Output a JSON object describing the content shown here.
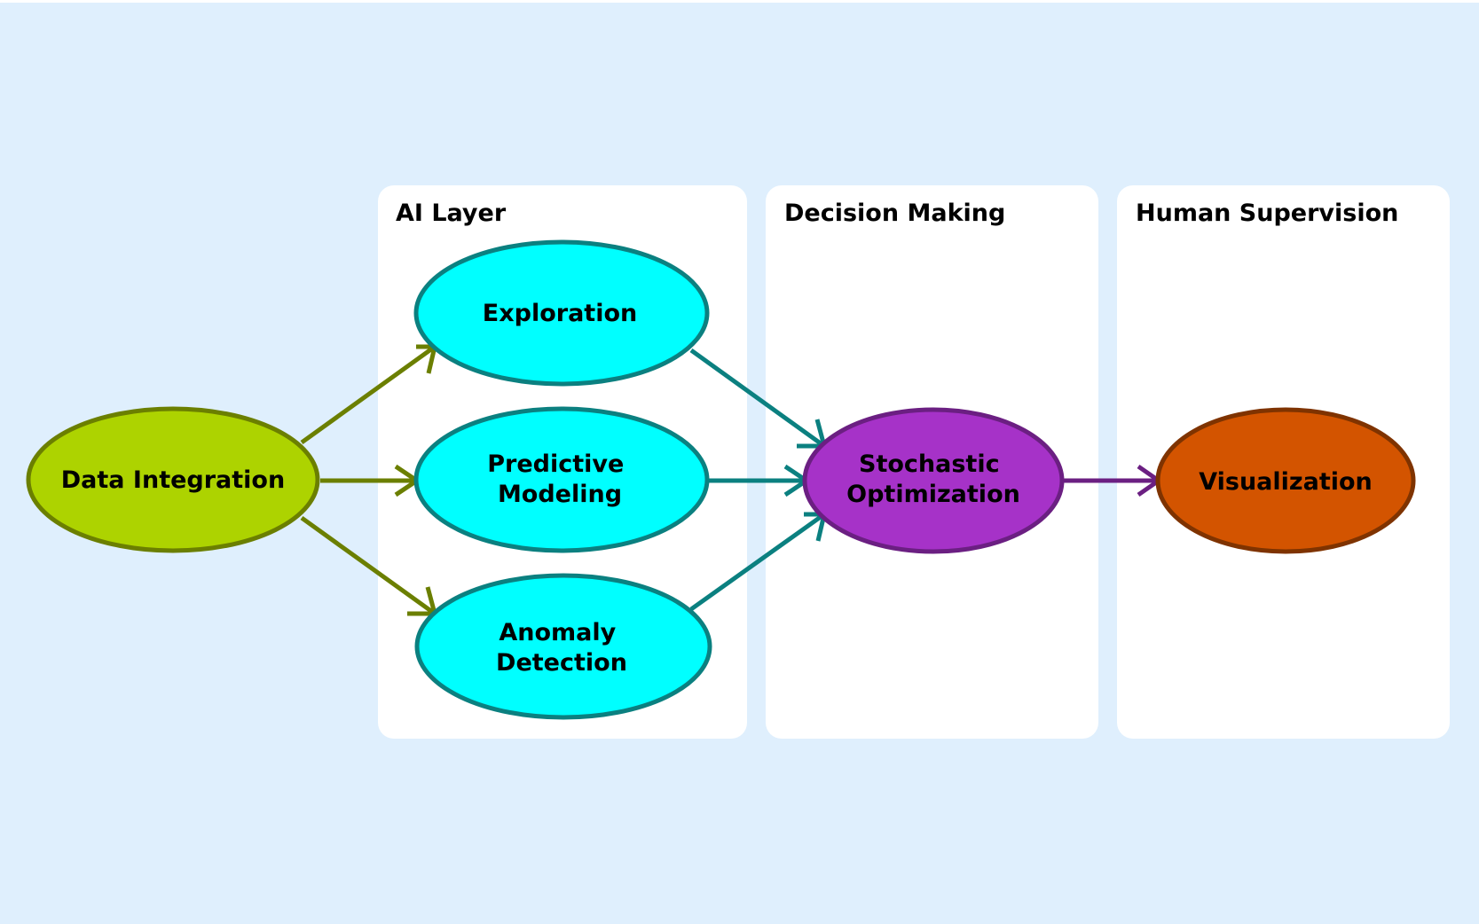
{
  "diagram": {
    "background_color": "#dfeffd",
    "clusters": [
      {
        "id": "ai",
        "label": "AI Layer"
      },
      {
        "id": "decision",
        "label": "Decision Making"
      },
      {
        "id": "human",
        "label": "Human Supervision"
      }
    ],
    "nodes": [
      {
        "id": "data_integration",
        "lines": [
          "Data Integration"
        ],
        "fill": "#add300",
        "stroke": "#6b7f00"
      },
      {
        "id": "exploration",
        "lines": [
          "Exploration"
        ],
        "fill": "#00ffff",
        "stroke": "#0b8080"
      },
      {
        "id": "predictive_modeling",
        "lines": [
          "Predictive",
          "Modeling"
        ],
        "fill": "#00ffff",
        "stroke": "#0b8080"
      },
      {
        "id": "anomaly_detection",
        "lines": [
          "Anomaly",
          "Detection"
        ],
        "fill": "#00ffff",
        "stroke": "#0b8080"
      },
      {
        "id": "stochastic_optimization",
        "lines": [
          "Stochastic",
          "Optimization"
        ],
        "fill": "#a632c8",
        "stroke": "#6b1f82"
      },
      {
        "id": "visualization",
        "lines": [
          "Visualization"
        ],
        "fill": "#d35400",
        "stroke": "#7f3300"
      }
    ],
    "edges": [
      {
        "from": "data_integration",
        "to": "exploration",
        "color": "#6b7f00"
      },
      {
        "from": "data_integration",
        "to": "predictive_modeling",
        "color": "#6b7f00"
      },
      {
        "from": "data_integration",
        "to": "anomaly_detection",
        "color": "#6b7f00"
      },
      {
        "from": "exploration",
        "to": "stochastic_optimization",
        "color": "#0b8080"
      },
      {
        "from": "predictive_modeling",
        "to": "stochastic_optimization",
        "color": "#0b8080"
      },
      {
        "from": "anomaly_detection",
        "to": "stochastic_optimization",
        "color": "#0b8080"
      },
      {
        "from": "stochastic_optimization",
        "to": "visualization",
        "color": "#6b1f82"
      }
    ]
  }
}
